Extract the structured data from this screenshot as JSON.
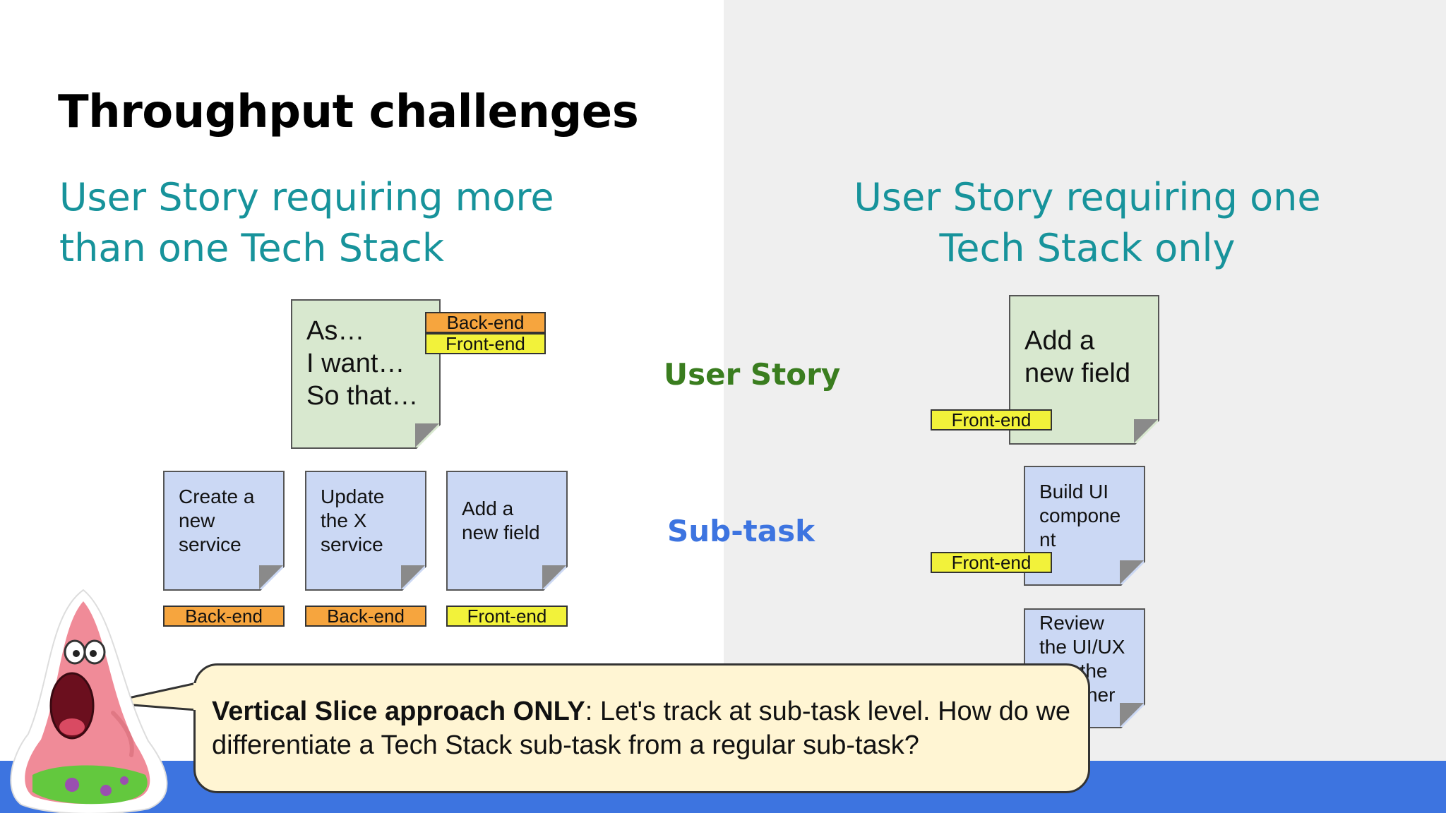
{
  "slide": {
    "title": "Throughput challenges",
    "left_heading": "User Story requiring more\nthan one Tech Stack",
    "right_heading": "User Story requiring one\nTech Stack only"
  },
  "row_labels": {
    "user_story": "User Story",
    "sub_task": "Sub-task"
  },
  "left_diagram": {
    "story_text": "As…\nI want…\nSo that…",
    "story_tags": [
      "Back-end",
      "Front-end"
    ],
    "subtasks": [
      {
        "text": "Create a\nnew\nservice",
        "tag": "Back-end"
      },
      {
        "text": "Update\nthe X\nservice",
        "tag": "Back-end"
      },
      {
        "text": "Add a\nnew field",
        "tag": "Front-end"
      }
    ]
  },
  "right_diagram": {
    "story_text": "Add a\nnew field",
    "story_tag": "Front-end",
    "subtasks": [
      {
        "text": "Build UI\ncompone\nnt",
        "tag": "Front-end"
      },
      {
        "text": "Review\nthe UI/UX\nwith the\ndesigner"
      }
    ]
  },
  "callout": {
    "bold": "Vertical Slice approach ONLY",
    "text": ": Let's track at sub-task level. How do we differentiate a Tech Stack sub-task from a regular sub-task?"
  },
  "colors": {
    "heading": "#17939b",
    "user_story_label": "#3a7d1f",
    "sub_task_label": "#3d74e0",
    "story_note": "#d8e8cf",
    "subtask_note": "#cbd8f4",
    "backend_tag": "#f6a53e",
    "frontend_tag": "#f2f23a",
    "bottom_bar": "#3d74e0",
    "callout_bg": "#fff5d3"
  },
  "icons": [
    "shocked-starfish-mascot"
  ]
}
